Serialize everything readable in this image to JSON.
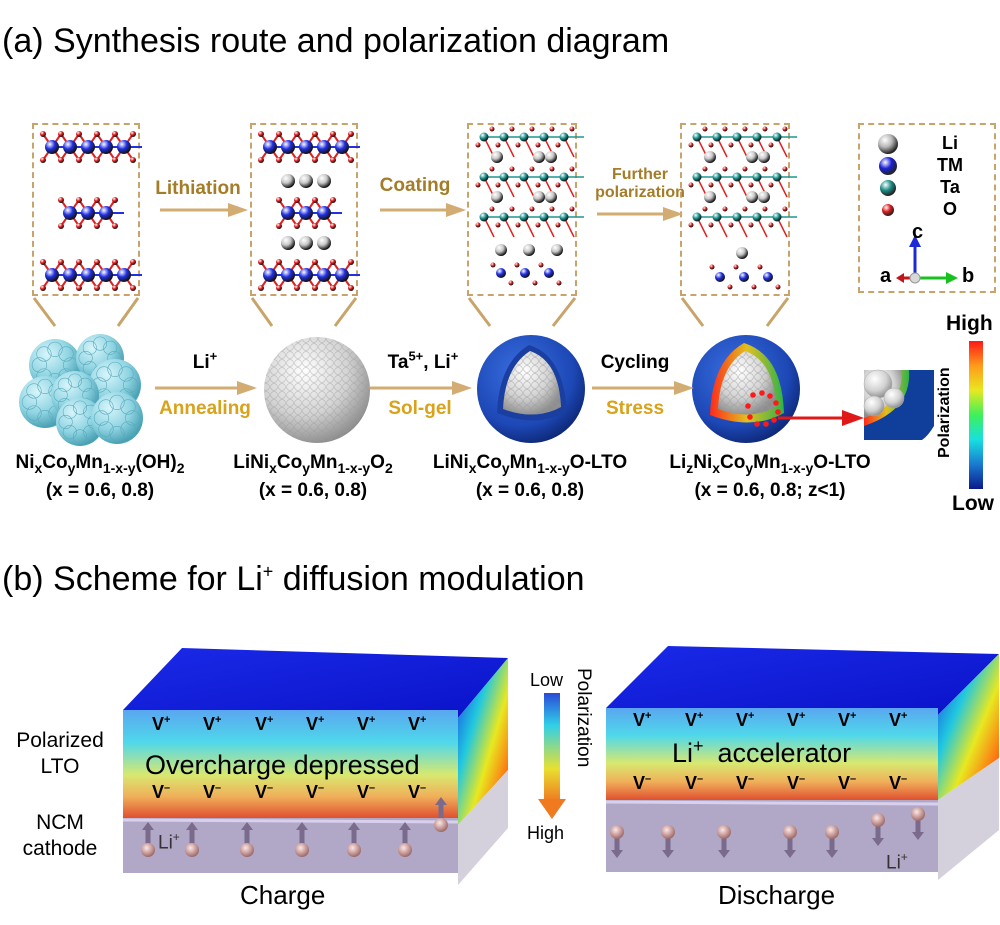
{
  "panel_a": {
    "label": "(a)",
    "title": "Synthesis route and polarization diagram",
    "steps": [
      {
        "arrow_label": "Lithiation"
      },
      {
        "arrow_label": "Coating"
      },
      {
        "arrow_label_line1": "Further",
        "arrow_label_line2": "polarization"
      }
    ],
    "legend": {
      "items": [
        {
          "label": "Li",
          "color": "#b8b8b8"
        },
        {
          "label": "TM",
          "color": "#1b22d6"
        },
        {
          "label": "Ta",
          "color": "#1f8f8a"
        },
        {
          "label": "O",
          "color": "#e01e1e"
        }
      ],
      "axes": {
        "c": "c",
        "a": "a",
        "b": "b"
      }
    },
    "process": [
      {
        "top": "Li",
        "top_sup": "+",
        "bottom": "Annealing"
      },
      {
        "top": "Ta",
        "top_sup": "5+",
        "top2": ", Li",
        "top2_sup": "+",
        "bottom": "Sol-gel"
      },
      {
        "top": "Cycling",
        "bottom": "Stress"
      }
    ],
    "materials": [
      {
        "formula_html_parts": [
          "Ni",
          "x",
          "Co",
          "y",
          "Mn",
          "1-x-y",
          "(OH)",
          "2"
        ],
        "condition": "(x = 0.6, 0.8)"
      },
      {
        "formula_html_parts": [
          "LiNi",
          "x",
          "Co",
          "y",
          "Mn",
          "1-x-y",
          "O",
          "2"
        ],
        "condition": "(x = 0.6, 0.8)"
      },
      {
        "formula_html_parts": [
          "LiNi",
          "x",
          "Co",
          "y",
          "Mn",
          "1-x-y",
          "O-LTO",
          ""
        ],
        "condition": "(x = 0.6, 0.8)"
      },
      {
        "formula_prefix": "Li",
        "prefix_sub": "z",
        "formula_html_parts": [
          "Ni",
          "x",
          "Co",
          "y",
          "Mn",
          "1-x-y",
          "O-LTO",
          ""
        ],
        "condition": "(x = 0.6, 0.8; z<1)"
      }
    ],
    "colorbar": {
      "high": "High",
      "low": "Low",
      "label": "Polarization",
      "high_color": "#ff1a1a",
      "low_color": "#1a1aa8"
    }
  },
  "panel_b": {
    "label": "(b)",
    "title_pre": "Scheme for Li",
    "title_sup": "+",
    "title_post": " diffusion modulation",
    "side_labels": {
      "layer1_line1": "Polarized",
      "layer1_line2": "LTO",
      "layer2_line1": "NCM",
      "layer2_line2": "cathode"
    },
    "charge": {
      "caption": "Charge",
      "center_text": "Overcharge depressed",
      "v_plus": "V",
      "v_plus_sup": "+",
      "v_minus": "V",
      "v_minus_sup": "–",
      "li_label": "Li",
      "li_sup": "+",
      "ion_direction": "up"
    },
    "discharge": {
      "caption": "Discharge",
      "center_text_pre": "Li",
      "center_text_sup": "+",
      "center_text_post": "accelerator",
      "v_plus": "V",
      "v_plus_sup": "+",
      "v_minus": "V",
      "v_minus_sup": "–",
      "li_label": "Li",
      "li_sup": "+",
      "ion_direction": "down"
    },
    "gradient_arrow": {
      "top": "Low",
      "bottom": "High",
      "label": "Polarization"
    }
  }
}
